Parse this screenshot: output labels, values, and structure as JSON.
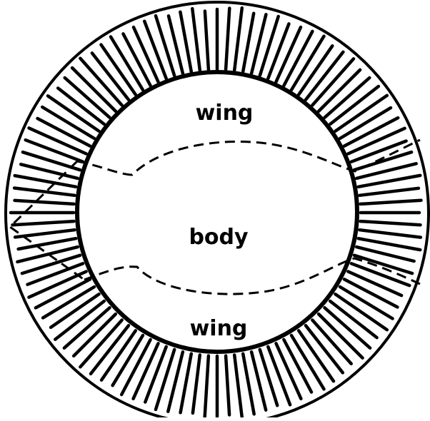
{
  "labels": {
    "wing_top": "wing",
    "body": "body",
    "wing_bottom": "wing"
  },
  "colors": {
    "ink": "#000000",
    "background": "#ffffff"
  }
}
